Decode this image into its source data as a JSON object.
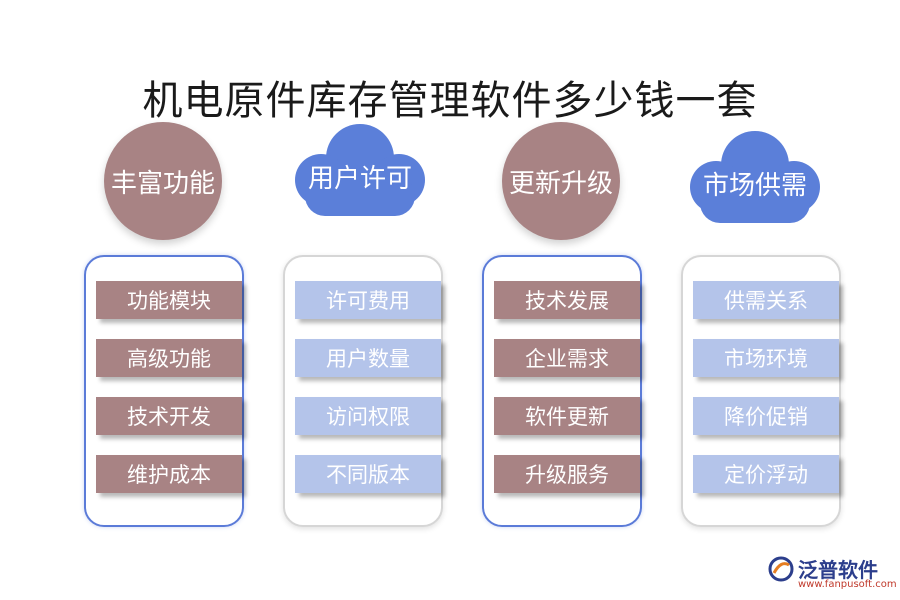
{
  "title": "机电原件库存管理软件多少钱一套",
  "columns": [
    {
      "header": "丰富功能",
      "items": [
        "功能模块",
        "高级功能",
        "技术开发",
        "维护成本"
      ]
    },
    {
      "header": "用户许可",
      "items": [
        "许可费用",
        "用户数量",
        "访问权限",
        "不同版本"
      ]
    },
    {
      "header": "更新升级",
      "items": [
        "技术发展",
        "企业需求",
        "软件更新",
        "升级服务"
      ]
    },
    {
      "header": "市场供需",
      "items": [
        "供需关系",
        "市场环境",
        "降价促销",
        "定价浮动"
      ]
    }
  ],
  "colors": {
    "circle": "#a88384",
    "cloud": "#5b7fd9",
    "brown_item": "#a88384",
    "light_item": "#b4c4ea"
  },
  "logo": {
    "name": "泛普软件",
    "url": "www.fanpusoft.com",
    "icon": "fanpu-logo-icon"
  }
}
